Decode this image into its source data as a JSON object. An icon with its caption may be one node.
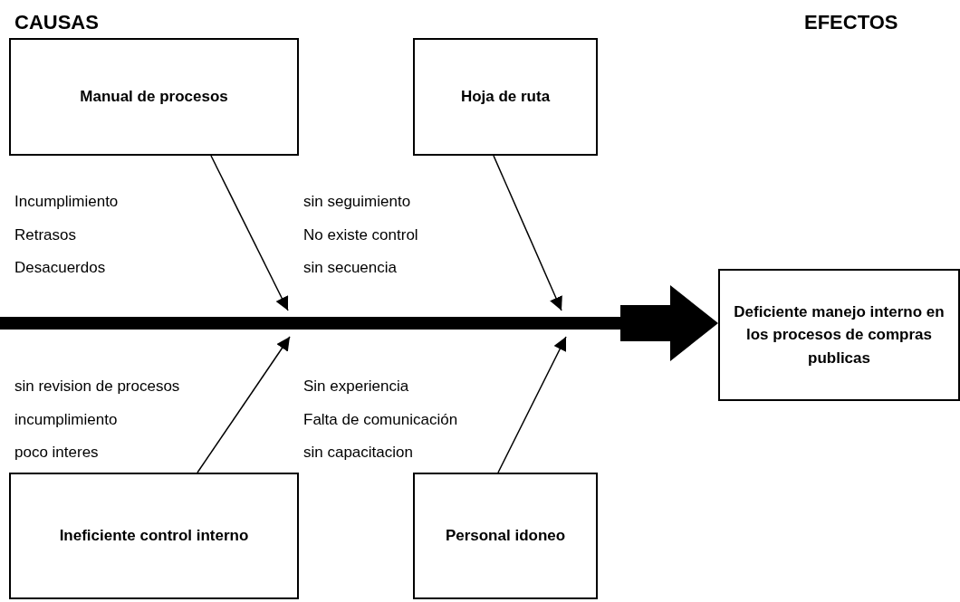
{
  "diagram": {
    "nodes": [
      {
        "text": [
          "Manual de procesos"
        ]
      },
      {
        "text": [
          "Hoja de ruta"
        ]
      },
      {
        "text": [
          "Ineficiente control interno"
        ]
      },
      {
        "text": [
          "Personal idoneo"
        ]
      },
      {
        "text": [
          "Deficiente manejo interno en los procesos de compras publicas"
        ]
      }
    ],
    "edges": [
      {
        "from": null,
        "to": 4,
        "arrow": "to",
        "style": "thick"
      },
      {
        "from": 0,
        "to": null,
        "arrow": "to"
      },
      {
        "from": 1,
        "to": null,
        "arrow": "to"
      },
      {
        "from": 2,
        "to": null,
        "arrow": "to"
      },
      {
        "from": 3,
        "to": null,
        "arrow": "to"
      }
    ],
    "labels": [
      "CAUSAS",
      "EFECTOS",
      "Incumplimiento",
      "Retrasos",
      "Desacuerdos",
      "sin seguimiento",
      "No existe  control",
      "sin secuencia",
      "sin revision de procesos",
      "incumplimiento",
      "poco interes",
      "Sin experiencia",
      "Falta de comunicación",
      "sin capacitacion"
    ]
  }
}
